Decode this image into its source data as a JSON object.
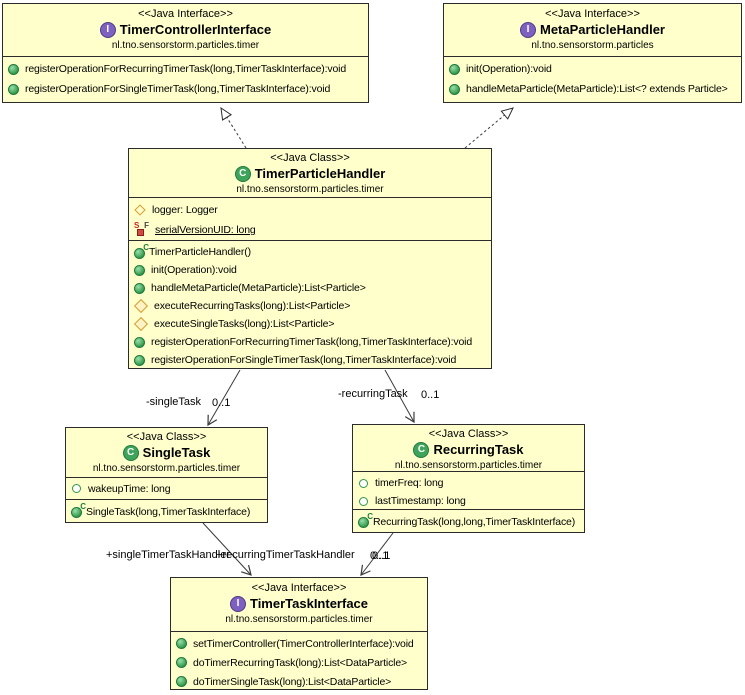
{
  "colors": {
    "box_fill": "#FFFFCC",
    "box_border": "#2B2B2B",
    "interface_badge": "#7D60C0",
    "class_badge": "#3FA45B",
    "public_member_green": "#2F9749",
    "package_member_orange": "#D89C2E",
    "private_member_red": "#D14B41",
    "edge_line": "#3A3A3A"
  },
  "icons": {
    "interface_badge": "I",
    "class_badge": "C",
    "constructor_decorator": "C",
    "static_decorator": "S",
    "final_decorator": "F"
  },
  "classes": [
    {
      "stereotype": "<<Java Interface>>",
      "name": "TimerControllerInterface",
      "package": "nl.tno.sensorstorm.particles.timer",
      "methods": [
        {
          "visibility": "public",
          "text": "registerOperationForRecurringTimerTask(long,TimerTaskInterface):void"
        },
        {
          "visibility": "public",
          "text": "registerOperationForSingleTimerTask(long,TimerTaskInterface):void"
        }
      ]
    },
    {
      "stereotype": "<<Java Interface>>",
      "name": "MetaParticleHandler",
      "package": "nl.tno.sensorstorm.particles",
      "methods": [
        {
          "visibility": "public",
          "text": "init(Operation):void"
        },
        {
          "visibility": "public",
          "text": "handleMetaParticle(MetaParticle):List<? extends Particle>"
        }
      ]
    },
    {
      "stereotype": "<<Java Class>>",
      "name": "TimerParticleHandler",
      "package": "nl.tno.sensorstorm.particles.timer",
      "fields": [
        {
          "visibility": "package",
          "text": "logger: Logger"
        },
        {
          "visibility": "private-static-final",
          "text": "serialVersionUID: long"
        }
      ],
      "methods": [
        {
          "visibility": "public-constructor",
          "text": "TimerParticleHandler()"
        },
        {
          "visibility": "public",
          "text": "init(Operation):void"
        },
        {
          "visibility": "public",
          "text": "handleMetaParticle(MetaParticle):List<Particle>"
        },
        {
          "visibility": "package",
          "text": "executeRecurringTasks(long):List<Particle>"
        },
        {
          "visibility": "package",
          "text": "executeSingleTasks(long):List<Particle>"
        },
        {
          "visibility": "public",
          "text": "registerOperationForRecurringTimerTask(long,TimerTaskInterface):void"
        },
        {
          "visibility": "public",
          "text": "registerOperationForSingleTimerTask(long,TimerTaskInterface):void"
        }
      ]
    },
    {
      "stereotype": "<<Java Class>>",
      "name": "SingleTask",
      "package": "nl.tno.sensorstorm.particles.timer",
      "fields": [
        {
          "visibility": "field",
          "text": "wakeupTime: long"
        }
      ],
      "methods": [
        {
          "visibility": "public-constructor",
          "text": "SingleTask(long,TimerTaskInterface)"
        }
      ]
    },
    {
      "stereotype": "<<Java Class>>",
      "name": "RecurringTask",
      "package": "nl.tno.sensorstorm.particles.timer",
      "fields": [
        {
          "visibility": "field",
          "text": "timerFreq: long"
        },
        {
          "visibility": "field",
          "text": "lastTimestamp: long"
        }
      ],
      "methods": [
        {
          "visibility": "public-constructor",
          "text": "RecurringTask(long,long,TimerTaskInterface)"
        }
      ]
    },
    {
      "stereotype": "<<Java Interface>>",
      "name": "TimerTaskInterface",
      "package": "nl.tno.sensorstorm.particles.timer",
      "methods": [
        {
          "visibility": "public",
          "text": "setTimerController(TimerControllerInterface):void"
        },
        {
          "visibility": "public",
          "text": "doTimerRecurringTask(long):List<DataParticle>"
        },
        {
          "visibility": "public",
          "text": "doTimerSingleTask(long):List<DataParticle>"
        }
      ]
    }
  ],
  "edges": [
    {
      "type": "realization",
      "from": "TimerParticleHandler",
      "to": "TimerControllerInterface"
    },
    {
      "type": "realization",
      "from": "TimerParticleHandler",
      "to": "MetaParticleHandler"
    },
    {
      "type": "association",
      "from": "TimerParticleHandler",
      "to": "SingleTask",
      "label": "-singleTask",
      "multiplicity": "0..1"
    },
    {
      "type": "association",
      "from": "TimerParticleHandler",
      "to": "RecurringTask",
      "label": "-recurringTask",
      "multiplicity": "0..1"
    },
    {
      "type": "association",
      "from": "SingleTask",
      "to": "TimerTaskInterface",
      "label": "+singleTimerTaskHandler",
      "multiplicity": "0..1"
    },
    {
      "type": "association",
      "from": "RecurringTask",
      "to": "TimerTaskInterface",
      "label": "+recurringTimerTaskHandler",
      "multiplicity": "0..1"
    }
  ]
}
